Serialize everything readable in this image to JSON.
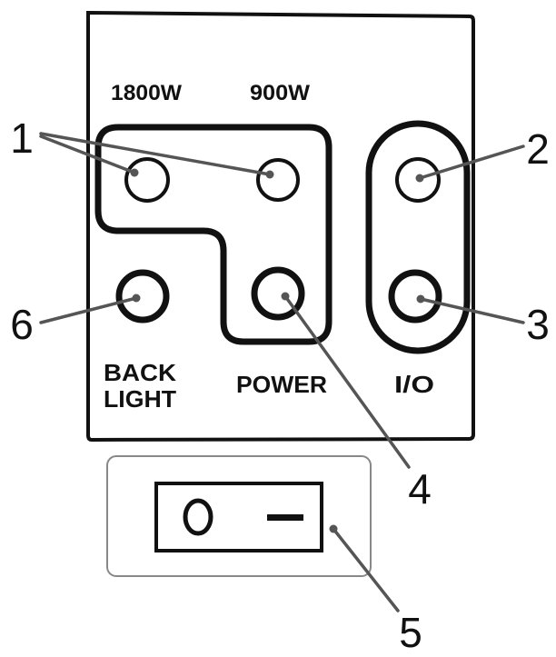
{
  "labels": {
    "w1800": "1800W",
    "w900": "900W",
    "back": "BACK",
    "light": "LIGHT",
    "power": "POWER",
    "io": "I/O"
  },
  "callouts": {
    "c1": "1",
    "c2": "2",
    "c3": "3",
    "c4": "4",
    "c5": "5",
    "c6": "6"
  },
  "switch": {
    "off_symbol": "O",
    "on_symbol": "–"
  },
  "colors": {
    "ink": "#111111",
    "callout_line": "#555555",
    "switch_housing": "#888888"
  }
}
